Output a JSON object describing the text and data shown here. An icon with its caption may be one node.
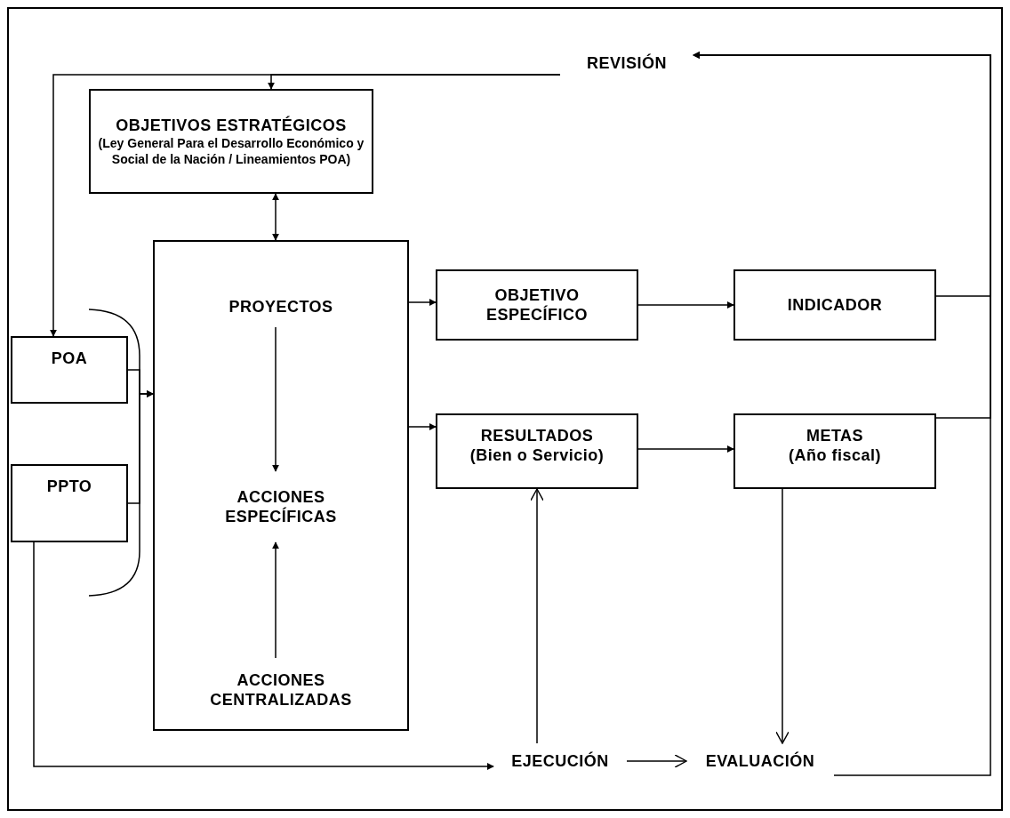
{
  "diagram": {
    "nodes": [
      {
        "text": [
          "REVISIÓN"
        ]
      },
      {
        "text": [
          "OBJETIVOS ESTRATÉGICOS",
          "(Ley General Para el Desarrollo Económico y Social de la Nación / Lineamientos POA)"
        ]
      },
      {
        "text": [],
        "shape": "box"
      },
      {
        "text": [
          "PROYECTOS"
        ],
        "in": 2
      },
      {
        "text": [
          "ACCIONES ESPECÍFICAS"
        ],
        "in": 2
      },
      {
        "text": [
          "ACCIONES CENTRALIZADAS"
        ],
        "in": 2
      },
      {
        "text": [
          "OBJETIVO ESPECÍFICO"
        ]
      },
      {
        "text": [
          "INDICADOR"
        ]
      },
      {
        "text": [
          "POA"
        ]
      },
      {
        "text": [
          "PPTO"
        ]
      },
      {
        "text": [
          "RESULTADOS (Bien o Servicio)"
        ]
      },
      {
        "text": [
          "METAS (Año fiscal)"
        ]
      },
      {
        "text": [
          "EJECUCIÓN"
        ]
      },
      {
        "text": [
          "EVALUACIÓN"
        ]
      }
    ],
    "edges": [
      {
        "from": 0,
        "to": 1,
        "arrow": "to"
      },
      {
        "from": 0,
        "to": 8,
        "arrow": "to"
      },
      {
        "from": 1,
        "to": 2,
        "arrow": "both"
      },
      {
        "from": 3,
        "to": 4,
        "arrow": "to"
      },
      {
        "from": 5,
        "to": 4,
        "arrow": "to"
      },
      {
        "from": 8,
        "to": 2,
        "arrow": "to"
      },
      {
        "from": 9,
        "to": 2,
        "arrow": "to"
      },
      {
        "from": 2,
        "to": 6,
        "arrow": "to"
      },
      {
        "from": 2,
        "to": 10,
        "arrow": "to"
      },
      {
        "from": 6,
        "to": 7,
        "arrow": "to"
      },
      {
        "from": 10,
        "to": 11,
        "arrow": "to"
      },
      {
        "from": 7,
        "to": 0,
        "arrow": "to"
      },
      {
        "from": 11,
        "to": 0,
        "arrow": "to"
      },
      {
        "from": 13,
        "to": 0,
        "arrow": "to"
      },
      {
        "from": 9,
        "to": 12,
        "arrow": "to"
      },
      {
        "from": 12,
        "to": 10,
        "arrow": "to"
      },
      {
        "from": 11,
        "to": 13,
        "arrow": "to"
      },
      {
        "from": 12,
        "to": 13,
        "arrow": "to"
      }
    ]
  }
}
